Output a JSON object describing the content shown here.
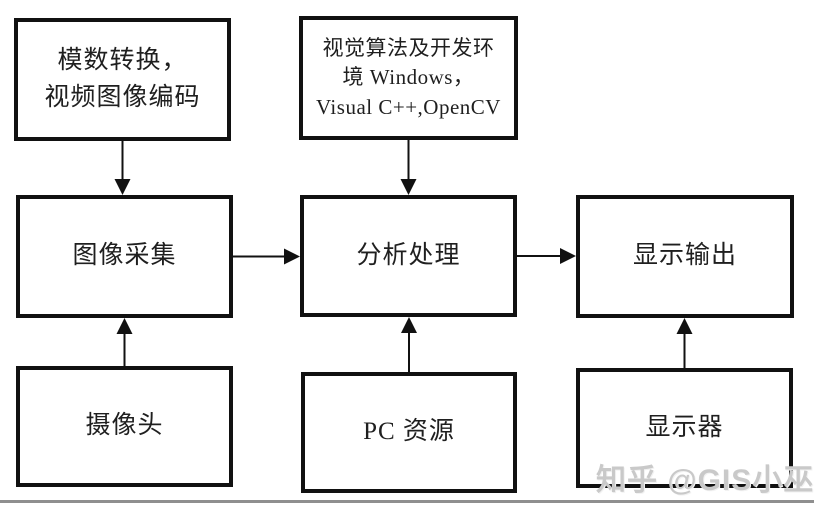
{
  "diagram": {
    "boxes": [
      {
        "id": "adc",
        "label": "模数转换，\n视频图像编码"
      },
      {
        "id": "vision",
        "label": "视觉算法及开发环\n境 Windows，\nVisual C++,OpenCV"
      },
      {
        "id": "capture",
        "label": "图像采集"
      },
      {
        "id": "analysis",
        "label": "分析处理"
      },
      {
        "id": "output",
        "label": "显示输出"
      },
      {
        "id": "camera",
        "label": "摄像头"
      },
      {
        "id": "pc",
        "label": "PC 资源"
      },
      {
        "id": "monitor",
        "label": "显示器"
      }
    ],
    "edges": [
      {
        "from": "adc",
        "to": "capture",
        "dir": "down"
      },
      {
        "from": "vision",
        "to": "analysis",
        "dir": "down"
      },
      {
        "from": "capture",
        "to": "analysis",
        "dir": "right"
      },
      {
        "from": "analysis",
        "to": "output",
        "dir": "right"
      },
      {
        "from": "camera",
        "to": "capture",
        "dir": "up"
      },
      {
        "from": "pc",
        "to": "analysis",
        "dir": "up"
      },
      {
        "from": "monitor",
        "to": "output",
        "dir": "up"
      }
    ]
  },
  "watermark": {
    "text": "知乎 @GIS小巫师",
    "color": "#c9c9c9"
  },
  "colors": {
    "box_border": "#111111",
    "arrow": "#111111",
    "divider": "#8f8f8f",
    "background": "#ffffff"
  }
}
